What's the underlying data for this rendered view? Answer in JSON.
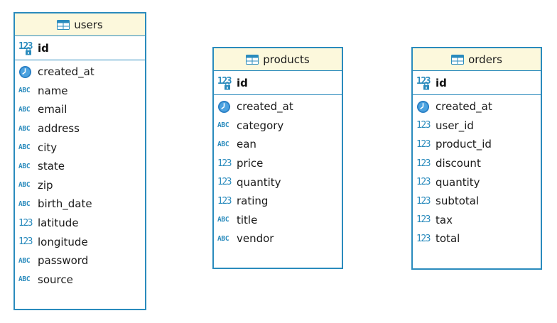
{
  "tables": {
    "users": {
      "name": "users",
      "pk": {
        "label": "id",
        "icon": "numeric-key-icon"
      },
      "columns": [
        {
          "label": "created_at",
          "icon": "clock-icon"
        },
        {
          "label": "name",
          "icon": "text-type-icon"
        },
        {
          "label": "email",
          "icon": "text-type-icon"
        },
        {
          "label": "address",
          "icon": "text-type-icon"
        },
        {
          "label": "city",
          "icon": "text-type-icon"
        },
        {
          "label": "state",
          "icon": "text-type-icon"
        },
        {
          "label": "zip",
          "icon": "text-type-icon"
        },
        {
          "label": "birth_date",
          "icon": "text-type-icon"
        },
        {
          "label": "latitude",
          "icon": "numeric-type-icon"
        },
        {
          "label": "longitude",
          "icon": "numeric-type-icon"
        },
        {
          "label": "password",
          "icon": "text-type-icon"
        },
        {
          "label": "source",
          "icon": "text-type-icon"
        }
      ]
    },
    "products": {
      "name": "products",
      "pk": {
        "label": "id",
        "icon": "numeric-key-icon"
      },
      "columns": [
        {
          "label": "created_at",
          "icon": "clock-icon"
        },
        {
          "label": "category",
          "icon": "text-type-icon"
        },
        {
          "label": "ean",
          "icon": "text-type-icon"
        },
        {
          "label": "price",
          "icon": "numeric-type-icon"
        },
        {
          "label": "quantity",
          "icon": "numeric-type-icon"
        },
        {
          "label": "rating",
          "icon": "numeric-type-icon"
        },
        {
          "label": "title",
          "icon": "text-type-icon"
        },
        {
          "label": "vendor",
          "icon": "text-type-icon"
        }
      ]
    },
    "orders": {
      "name": "orders",
      "pk": {
        "label": "id",
        "icon": "numeric-key-icon"
      },
      "columns": [
        {
          "label": "created_at",
          "icon": "clock-icon"
        },
        {
          "label": "user_id",
          "icon": "numeric-type-icon"
        },
        {
          "label": "product_id",
          "icon": "numeric-type-icon"
        },
        {
          "label": "discount",
          "icon": "numeric-type-icon"
        },
        {
          "label": "quantity",
          "icon": "numeric-type-icon"
        },
        {
          "label": "subtotal",
          "icon": "numeric-type-icon"
        },
        {
          "label": "tax",
          "icon": "numeric-type-icon"
        },
        {
          "label": "total",
          "icon": "numeric-type-icon"
        }
      ]
    }
  },
  "icon_text": {
    "text_type": "ABC",
    "numeric_type": "123"
  },
  "colors": {
    "border": "#2a8bbd",
    "header_bg": "#fcf8dc",
    "icon": "#2a8bbd",
    "clock": "#2a7fc4"
  }
}
